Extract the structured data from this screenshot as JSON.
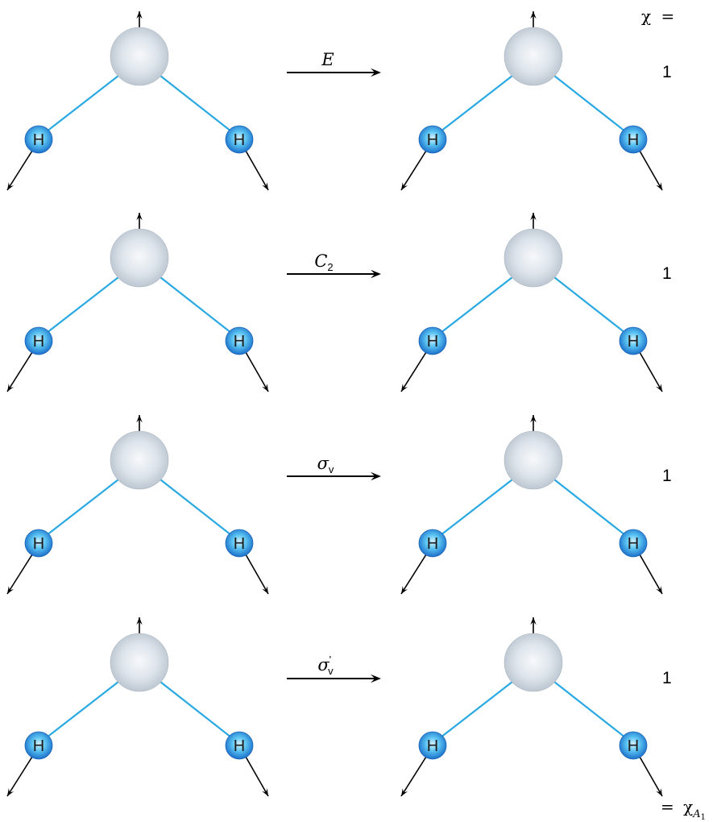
{
  "header": {
    "chi_symbol": "χ",
    "equals": "="
  },
  "atoms": {
    "hydrogen_label": "H"
  },
  "operations": [
    {
      "symbol": "E",
      "subscript": "",
      "prime": "",
      "character": "1"
    },
    {
      "symbol": "C",
      "subscript": "2",
      "prime": "",
      "character": "1"
    },
    {
      "symbol": "σ",
      "subscript": "v",
      "prime": "",
      "character": "1"
    },
    {
      "symbol": "σ",
      "subscript": "v",
      "prime": "'",
      "character": "1"
    }
  ],
  "result": {
    "equals": "=",
    "chi_symbol": "χ",
    "irrep_letter": "A",
    "irrep_subscript": "1"
  },
  "colors": {
    "bond": "#29a9e1",
    "hydrogen_fill": "#2f8fdd",
    "central_atom_fill": "#cfd8e2",
    "arrow": "#000000"
  }
}
